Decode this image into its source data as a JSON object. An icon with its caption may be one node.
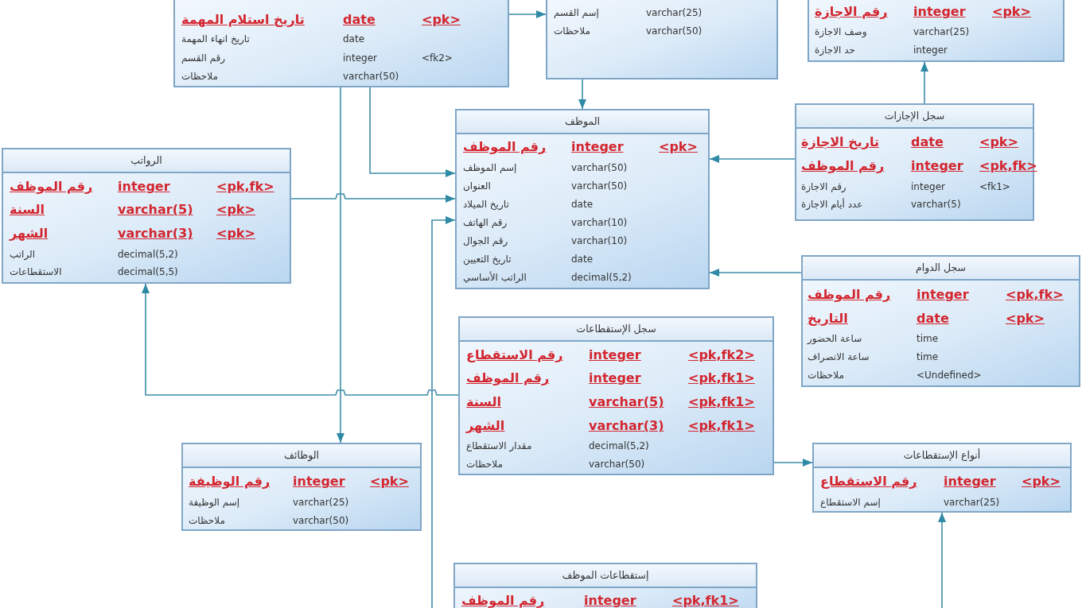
{
  "diagram": {
    "nodes": [
      {
        "text": [
          "تاريخ استلام المهمة",
          "date",
          "<pk>",
          "تاريخ انهاء المهمة",
          "date",
          "رقم القسم",
          "integer",
          "<fk2>",
          "ملاحظات",
          "varchar(50)"
        ]
      },
      {
        "text": [
          "إسم القسم",
          "varchar(25)",
          "ملاحظات",
          "varchar(50)"
        ]
      },
      {
        "text": [
          "رقم الاجازة",
          "integer",
          "<pk>",
          "وصف الاجازة",
          "varchar(25)",
          "حد الاجازة",
          "integer"
        ]
      },
      {
        "text": [
          "الموظف",
          "رقم الموظف",
          "integer",
          "<pk>",
          "إسم الموظف",
          "varchar(50)",
          "العنوان",
          "varchar(50)",
          "تاريخ الميلاد",
          "date",
          "رقم الهاتف",
          "varchar(10)",
          "رقم الجوال",
          "varchar(10)",
          "تاريخ التعيين",
          "date",
          "الراتب الأساسي",
          "decimal(5,2)"
        ]
      },
      {
        "text": [
          "الرواتب",
          "رقم الموظف",
          "integer",
          "<pk,fk>",
          "السنة",
          "varchar(5)",
          "<pk>",
          "الشهر",
          "varchar(3)",
          "<pk>",
          "الراتب",
          "decimal(5,2)",
          "الاستقطاعات",
          "decimal(5,5)"
        ]
      },
      {
        "text": [
          "سجل الإجازات",
          "تاريخ الاجازة",
          "date",
          "<pk>",
          "رقم الموظف",
          "integer",
          "<pk,fk>",
          "رقم الاجازة",
          "integer",
          "<fk1>",
          "عدد أيام الاجازة",
          "varchar(5)"
        ]
      },
      {
        "text": [
          "سجل الدوام",
          "رقم الموظف",
          "integer",
          "<pk,fk>",
          "التاريخ",
          "date",
          "<pk>",
          "ساعة الحضور",
          "time",
          "ساعة الانصراف",
          "time",
          "ملاحظات",
          "<Undefined>"
        ]
      },
      {
        "text": [
          "سجل الإستقطاعات",
          "رقم الاستقطاع",
          "integer",
          "<pk,fk2>",
          "رقم الموظف",
          "integer",
          "<pk,fk1>",
          "السنة",
          "varchar(5)",
          "<pk,fk1>",
          "الشهر",
          "varchar(3)",
          "<pk,fk1>",
          "مقدار الاستقطاع",
          "decimal(5,2)",
          "ملاحظات",
          "varchar(50)"
        ]
      },
      {
        "text": [
          "الوظائف",
          "رقم الوظيفة",
          "integer",
          "<pk>",
          "إسم الوظيفة",
          "varchar(25)",
          "ملاحظات",
          "varchar(50)"
        ]
      },
      {
        "text": [
          "أنواع الإستقطاعات",
          "رقم الاستقطاع",
          "integer",
          "<pk>",
          "إسم الاستقطاع",
          "varchar(25)"
        ]
      },
      {
        "text": [
          "إستقطاعات الموظف",
          "رقم الموظف",
          "integer",
          "<pk,fk1>"
        ]
      }
    ],
    "edges": [
      {
        "from": 0,
        "to": 1,
        "arrow": "to"
      },
      {
        "from": 1,
        "to": 3,
        "arrow": "to"
      },
      {
        "from": 0,
        "to": 3,
        "arrow": "to"
      },
      {
        "from": 0,
        "to": 8,
        "arrow": "to"
      },
      {
        "from": 4,
        "to": 3,
        "arrow": "to"
      },
      {
        "from": 7,
        "to": 4,
        "arrow": "to"
      },
      {
        "from": null,
        "to": 3,
        "arrow": "to"
      },
      {
        "from": 5,
        "to": 3,
        "arrow": "to"
      },
      {
        "from": 5,
        "to": 2,
        "arrow": "to"
      },
      {
        "from": 6,
        "to": 3,
        "arrow": "to"
      },
      {
        "from": 7,
        "to": 9,
        "arrow": "to"
      },
      {
        "from": null,
        "to": 9,
        "arrow": "to"
      }
    ]
  }
}
